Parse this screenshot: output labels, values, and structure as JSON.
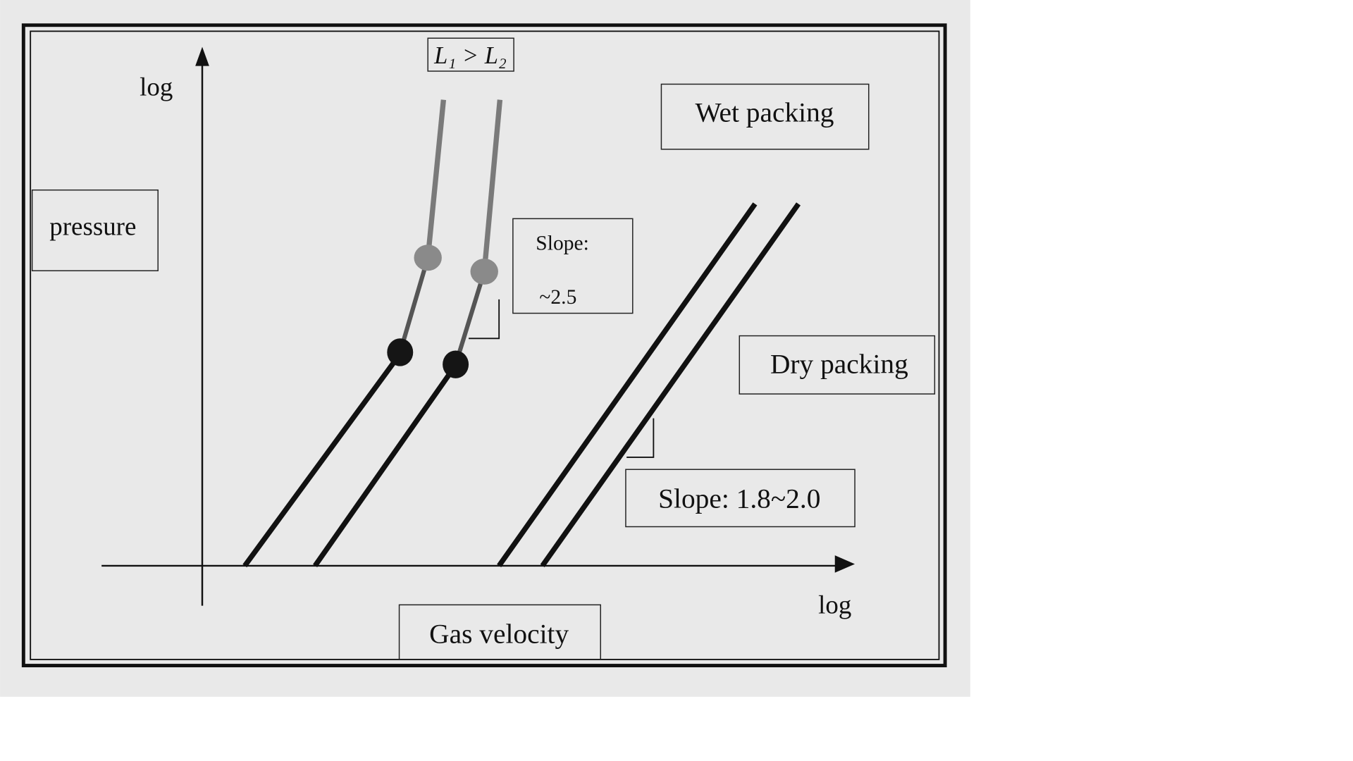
{
  "chart_data": {
    "type": "line",
    "title": "",
    "xlabel_prefix": "log",
    "xlabel": "Gas velocity",
    "ylabel_prefix": "log",
    "ylabel": "pressure",
    "x_scale": "log",
    "y_scale": "log",
    "legend": "none",
    "grid": false,
    "series": [
      {
        "name": "Wet packing L1",
        "group": "wet",
        "slope_low": "1.8~2.0",
        "slope_mid": "~2.5"
      },
      {
        "name": "Wet packing L2",
        "group": "wet",
        "slope_low": "1.8~2.0",
        "slope_mid": "~2.5"
      },
      {
        "name": "Dry packing 1",
        "group": "dry",
        "slope": "1.8~2.0"
      },
      {
        "name": "Dry packing 2",
        "group": "dry",
        "slope": "1.8~2.0"
      }
    ],
    "annotations": {
      "liquid_rates": "L₁ > L₂",
      "wet": "Wet packing",
      "dry": "Dry packing",
      "slope_mid_line1": "Slope:",
      "slope_mid_line2": "~2.5",
      "slope_low": "Slope: 1.8~2.0"
    },
    "colors": {
      "paper": "#e9e9e9",
      "ink": "#111111",
      "upper_segment": "#7a7a7a"
    }
  }
}
